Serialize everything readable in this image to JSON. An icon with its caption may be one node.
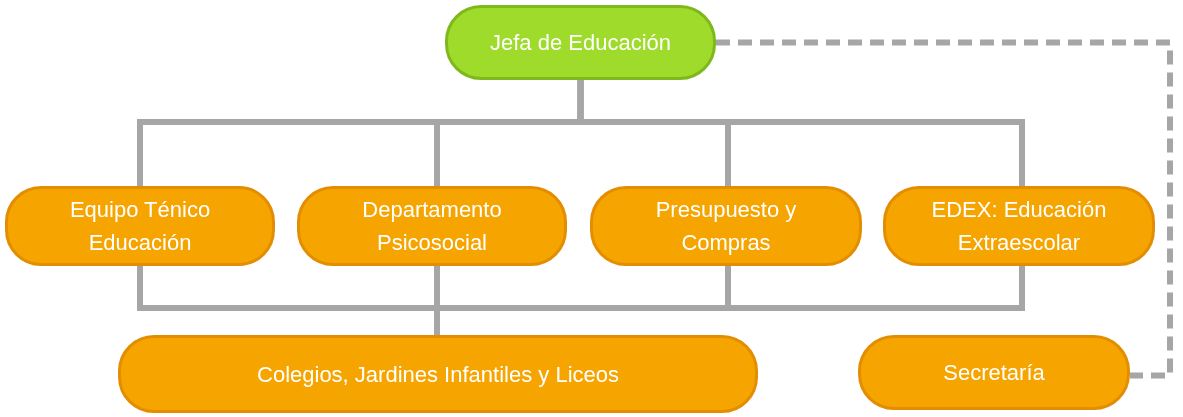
{
  "diagram": {
    "nodes": [
      {
        "text": [
          "Jefa de Educación"
        ]
      },
      {
        "text": [
          "Equipo Ténico Educación"
        ]
      },
      {
        "text": [
          "Departamento Psicosocial"
        ]
      },
      {
        "text": [
          "Presupuesto y Compras"
        ]
      },
      {
        "text": [
          "EDEX: Educación Extraescolar"
        ]
      },
      {
        "text": [
          "Colegios, Jardines Infantiles y Liceos"
        ]
      },
      {
        "text": [
          "Secretaría"
        ]
      }
    ],
    "edges": [
      {
        "from": 0,
        "to": 1,
        "arrow": "none"
      },
      {
        "from": 0,
        "to": 2,
        "arrow": "none"
      },
      {
        "from": 0,
        "to": 3,
        "arrow": "none"
      },
      {
        "from": 0,
        "to": 4,
        "arrow": "none"
      },
      {
        "from": 1,
        "to": 5,
        "arrow": "none"
      },
      {
        "from": 2,
        "to": 5,
        "arrow": "none"
      },
      {
        "from": 3,
        "to": 5,
        "arrow": "none"
      },
      {
        "from": 4,
        "to": 5,
        "arrow": "none"
      },
      {
        "from": 0,
        "to": 6,
        "arrow": "none",
        "style": "dashed"
      }
    ]
  }
}
